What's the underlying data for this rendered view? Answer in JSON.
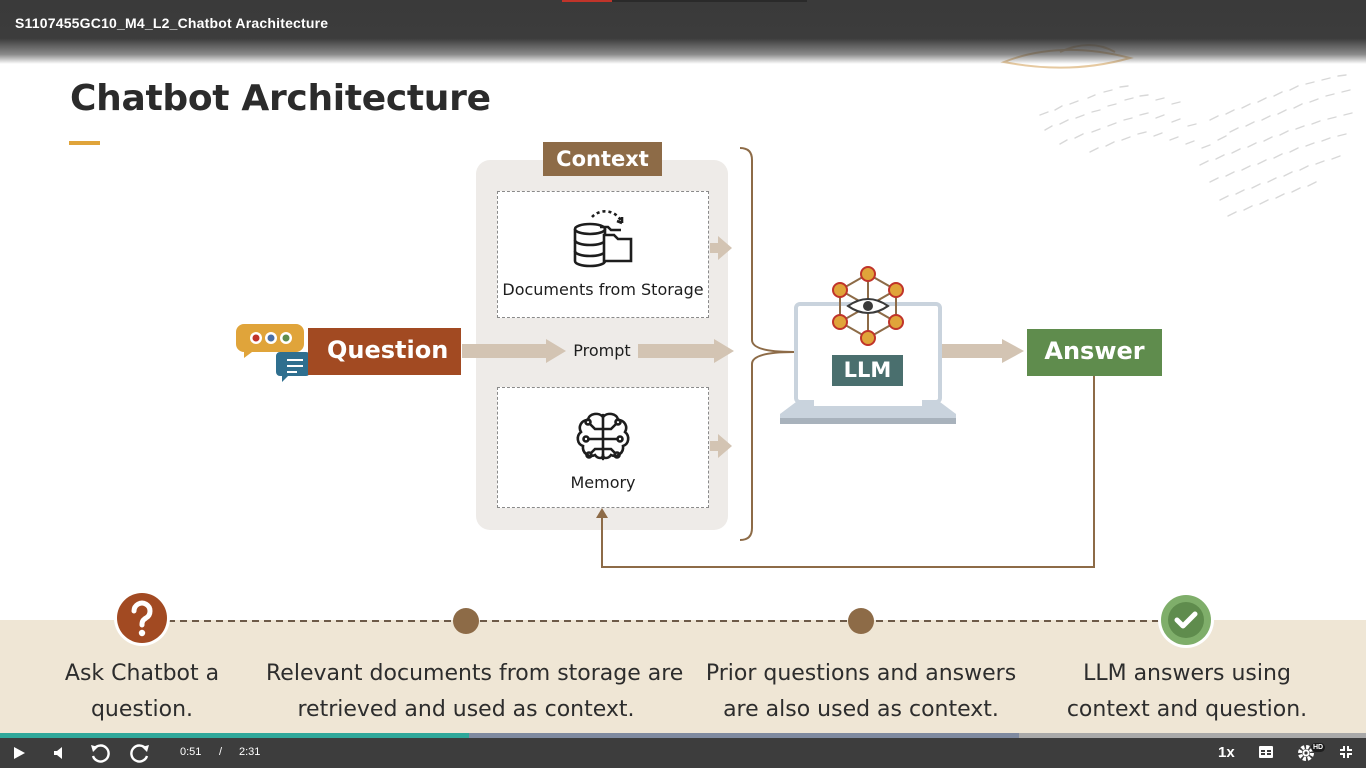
{
  "video": {
    "title": "S1107455GC10_M4_L2_Chatbot Arachitecture"
  },
  "slide": {
    "title": "Chatbot Architecture",
    "context_label": "Context",
    "documents_label": "Documents from Storage",
    "memory_label": "Memory",
    "question_label": "Question",
    "prompt_label": "Prompt",
    "llm_label": "LLM",
    "answer_label": "Answer"
  },
  "steps": [
    {
      "line1": "Ask Chatbot a",
      "line2": "question."
    },
    {
      "line1": "Relevant documents from storage are",
      "line2": "retrieved and used as context."
    },
    {
      "line1": "Prior questions and answers",
      "line2": "are also used as context."
    },
    {
      "line1": "LLM answers using",
      "line2": "context and question."
    }
  ],
  "player": {
    "current_time": "0:51",
    "separator": "/",
    "duration": "2:31",
    "speed": "1x",
    "quality_badge": "HD",
    "progress_played": 0.343,
    "progress_buffered": 0.746,
    "icons": {
      "play": "play-icon",
      "volume": "volume-icon",
      "rewind": "rewind-icon",
      "forward": "forward-icon",
      "captions": "captions-icon",
      "settings": "settings-icon",
      "fullscreen": "exit-fullscreen-icon"
    }
  },
  "colors": {
    "question": "#a24a22",
    "answer": "#5f8c4d",
    "context": "#8d6b47",
    "llm": "#4a6f6e",
    "progress": "#2fa89a",
    "accent": "#e0a43a"
  }
}
